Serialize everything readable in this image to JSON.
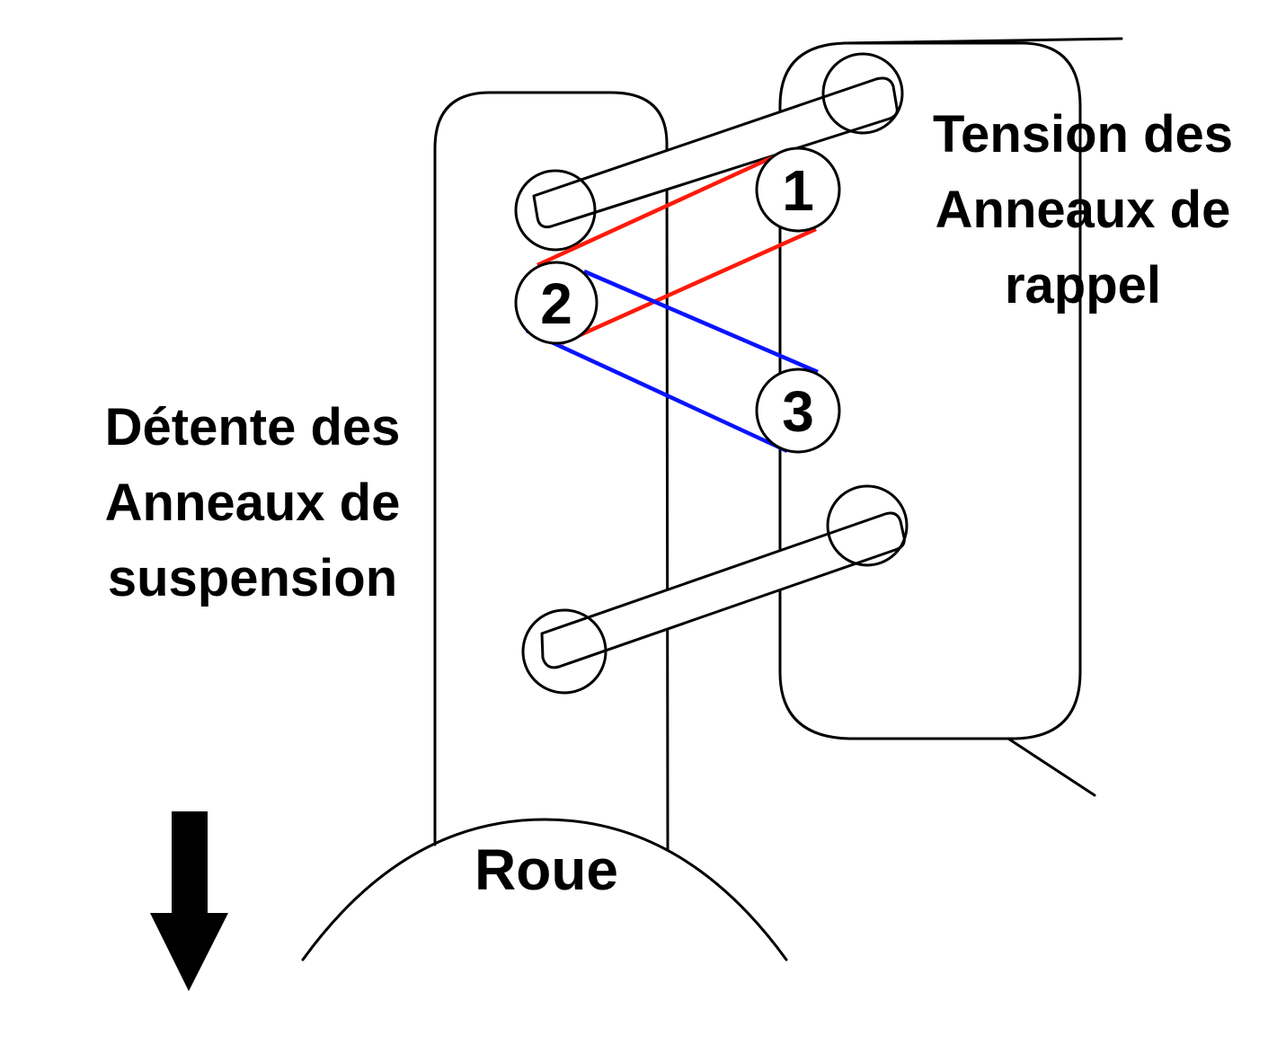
{
  "labels": {
    "tension": [
      "Tension des",
      "Anneaux de",
      "rappel"
    ],
    "detente": [
      "Détente des",
      "Anneaux de",
      "suspension"
    ],
    "roue": "Roue",
    "steps": [
      "1",
      "2",
      "3"
    ]
  },
  "colors": {
    "outline": "#000000",
    "tension_path": "#ff1a0a",
    "detente_path": "#0a14ff"
  },
  "icons": [
    "down-arrow-icon"
  ]
}
